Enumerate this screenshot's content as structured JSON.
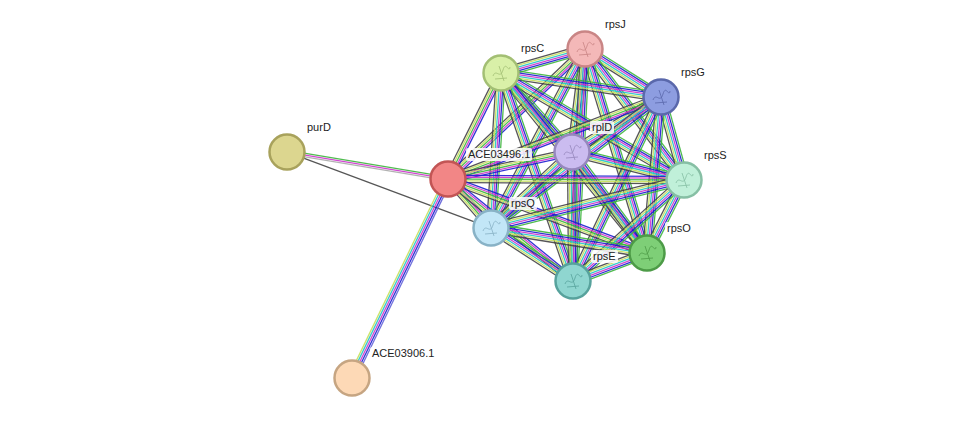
{
  "diagram": {
    "nodes": [
      {
        "text": [
          "rpsJ"
        ]
      },
      {
        "text": [
          "rpsC"
        ]
      },
      {
        "text": [
          "rpsG"
        ]
      },
      {
        "text": [
          "purD"
        ]
      },
      {
        "text": [
          "rplD"
        ]
      },
      {
        "text": [
          "ACE03496.1"
        ]
      },
      {
        "text": [
          "rpsS"
        ]
      },
      {
        "text": [
          "rpsQ"
        ]
      },
      {
        "text": [
          "rpsO"
        ]
      },
      {
        "text": [
          "rpsE"
        ]
      },
      {
        "text": [
          "ACE03906.1"
        ]
      }
    ],
    "edges": [
      {
        "from": 0,
        "to": 1,
        "arrow": "none"
      },
      {
        "from": 0,
        "to": 2,
        "arrow": "none"
      },
      {
        "from": 0,
        "to": 4,
        "arrow": "none"
      },
      {
        "from": 0,
        "to": 5,
        "arrow": "none"
      },
      {
        "from": 0,
        "to": 6,
        "arrow": "none"
      },
      {
        "from": 0,
        "to": 7,
        "arrow": "none"
      },
      {
        "from": 0,
        "to": 8,
        "arrow": "none"
      },
      {
        "from": 0,
        "to": 9,
        "arrow": "none"
      },
      {
        "from": 1,
        "to": 2,
        "arrow": "none"
      },
      {
        "from": 1,
        "to": 4,
        "arrow": "none"
      },
      {
        "from": 1,
        "to": 5,
        "arrow": "none"
      },
      {
        "from": 1,
        "to": 6,
        "arrow": "none"
      },
      {
        "from": 1,
        "to": 7,
        "arrow": "none"
      },
      {
        "from": 1,
        "to": 8,
        "arrow": "none"
      },
      {
        "from": 1,
        "to": 9,
        "arrow": "none"
      },
      {
        "from": 2,
        "to": 4,
        "arrow": "none"
      },
      {
        "from": 2,
        "to": 5,
        "arrow": "none"
      },
      {
        "from": 2,
        "to": 6,
        "arrow": "none"
      },
      {
        "from": 2,
        "to": 7,
        "arrow": "none"
      },
      {
        "from": 2,
        "to": 8,
        "arrow": "none"
      },
      {
        "from": 2,
        "to": 9,
        "arrow": "none"
      },
      {
        "from": 4,
        "to": 5,
        "arrow": "none"
      },
      {
        "from": 4,
        "to": 6,
        "arrow": "none"
      },
      {
        "from": 4,
        "to": 7,
        "arrow": "none"
      },
      {
        "from": 4,
        "to": 8,
        "arrow": "none"
      },
      {
        "from": 4,
        "to": 9,
        "arrow": "none"
      },
      {
        "from": 5,
        "to": 6,
        "arrow": "none"
      },
      {
        "from": 5,
        "to": 7,
        "arrow": "none"
      },
      {
        "from": 5,
        "to": 8,
        "arrow": "none"
      },
      {
        "from": 5,
        "to": 9,
        "arrow": "none"
      },
      {
        "from": 6,
        "to": 7,
        "arrow": "none"
      },
      {
        "from": 6,
        "to": 8,
        "arrow": "none"
      },
      {
        "from": 6,
        "to": 9,
        "arrow": "none"
      },
      {
        "from": 7,
        "to": 8,
        "arrow": "none"
      },
      {
        "from": 7,
        "to": 9,
        "arrow": "none"
      },
      {
        "from": 8,
        "to": 9,
        "arrow": "none"
      },
      {
        "from": 3,
        "to": 5,
        "arrow": "none"
      },
      {
        "from": 3,
        "to": 7,
        "arrow": "none"
      },
      {
        "from": 10,
        "to": 5,
        "arrow": "none"
      }
    ]
  }
}
